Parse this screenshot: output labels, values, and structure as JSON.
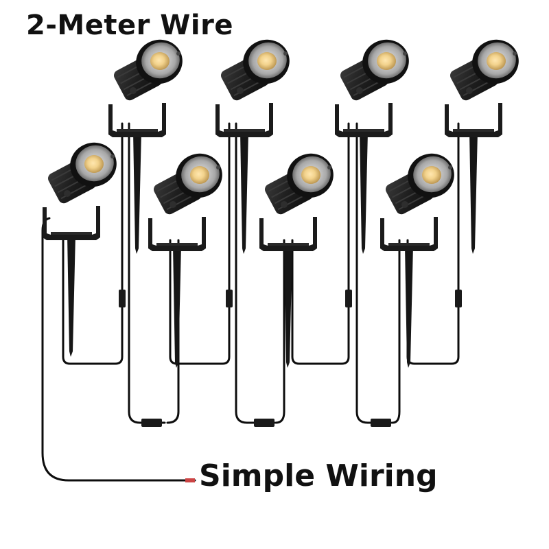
{
  "labels": {
    "top": "2-Meter Wire",
    "bottom": "Simple Wiring"
  },
  "colors": {
    "background": "#ffffff",
    "lamp_body": "#1c1c1c",
    "lens_warm": "#f2d28c",
    "wire": "#0d0d0d",
    "text": "#111111"
  },
  "lamps": [
    {
      "name": "spotlight",
      "row": "back"
    },
    {
      "name": "spotlight",
      "row": "back"
    },
    {
      "name": "spotlight",
      "row": "back"
    },
    {
      "name": "spotlight",
      "row": "back"
    },
    {
      "name": "spotlight",
      "row": "front"
    },
    {
      "name": "spotlight",
      "row": "front"
    },
    {
      "name": "spotlight",
      "row": "front"
    },
    {
      "name": "spotlight",
      "row": "front"
    }
  ]
}
